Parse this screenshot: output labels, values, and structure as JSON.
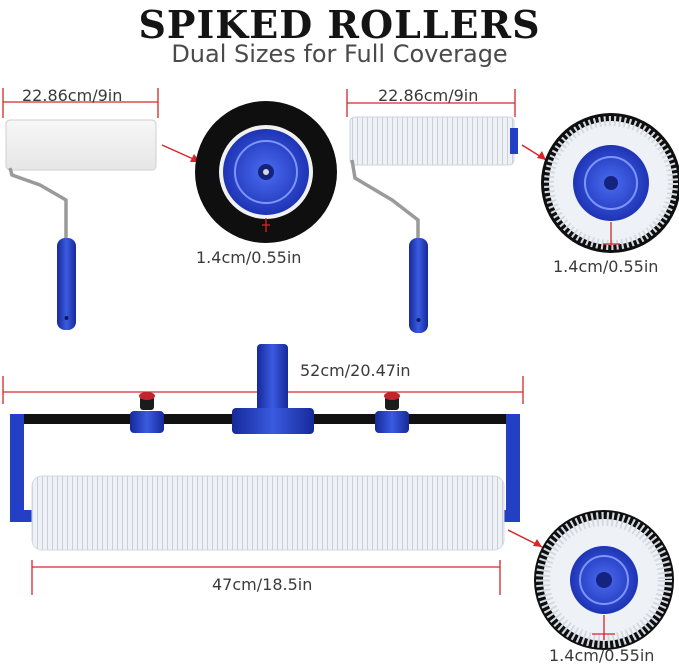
{
  "header": {
    "title": "SPIKED ROLLERS",
    "subtitle": "Dual Sizes for Full Coverage"
  },
  "small_roller": {
    "width_label": "22.86cm/9in",
    "core_label": "1.4cm/0.55in"
  },
  "spiked_small_roller": {
    "width_label": "22.86cm/9in",
    "spike_label": "1.4cm/0.55in"
  },
  "large_roller": {
    "frame_label": "52cm/20.47in",
    "roller_label": "47cm/18.5in",
    "spike_label": "1.4cm/0.55in"
  },
  "colors": {
    "handle_blue": "#2340c4",
    "frame_black": "#111111",
    "spike_white": "#f2f4f7",
    "dimension_red": "#d6262b"
  }
}
